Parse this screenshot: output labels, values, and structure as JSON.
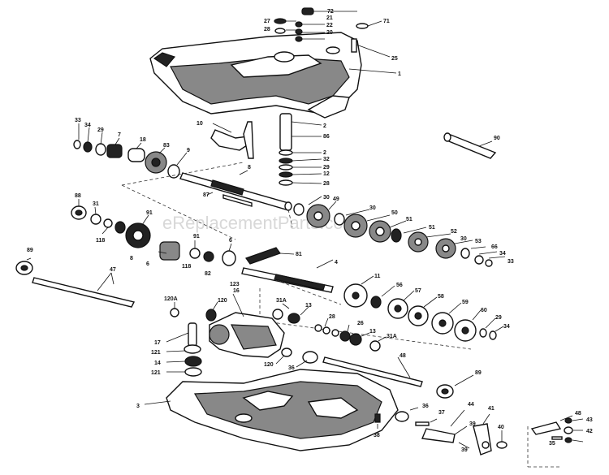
{
  "watermark": "eReplacementParts.com",
  "callouts": [
    "72",
    "21",
    "22",
    "20",
    "27",
    "28",
    "71",
    "25",
    "1",
    "2",
    "10",
    "33",
    "34",
    "29",
    "7",
    "18",
    "83",
    "9",
    "86",
    "8",
    "2",
    "32",
    "29",
    "12",
    "28",
    "90",
    "87",
    "88",
    "31",
    "91",
    "118",
    "8",
    "6",
    "30",
    "49",
    "30",
    "50",
    "51",
    "51",
    "52",
    "30",
    "53",
    "66",
    "34",
    "33",
    "89",
    "81",
    "91",
    "118",
    "82",
    "6",
    "4",
    "47",
    "11",
    "56",
    "57",
    "58",
    "59",
    "60",
    "29",
    "34",
    "123",
    "16",
    "120A",
    "31A",
    "13",
    "28",
    "26",
    "13",
    "31A",
    "120",
    "17",
    "121",
    "14",
    "121",
    "36",
    "120",
    "48",
    "89",
    "3",
    "36",
    "38",
    "37",
    "44",
    "39",
    "41",
    "40",
    "48",
    "43",
    "42",
    "35",
    "39"
  ]
}
